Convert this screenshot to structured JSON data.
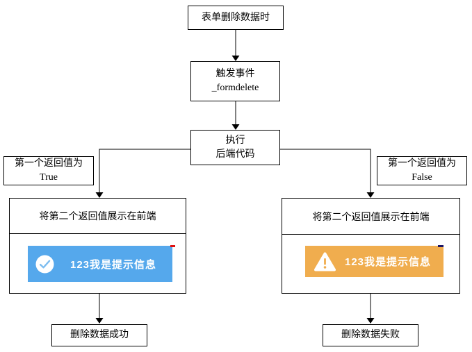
{
  "flowchart": {
    "start": {
      "label": "表单删除数据时"
    },
    "trigger_event": {
      "line1": "触发事件",
      "line2": "_formdelete"
    },
    "execute_backend": {
      "line1": "执行",
      "line2": "后端代码"
    },
    "branch_true": {
      "line1": "第一个返回值为",
      "line2": "True"
    },
    "branch_false": {
      "line1": "第一个返回值为",
      "line2": "False"
    },
    "display_left": {
      "header": "将第二个返回值展示在前端"
    },
    "display_right": {
      "header": "将第二个返回值展示在前端"
    },
    "toast_success": {
      "message": "123我是提示信息",
      "icon": "check-circle-icon",
      "bg_color": "#55A8EC"
    },
    "toast_warning": {
      "message": "123我是提示信息",
      "icon": "warning-triangle-icon",
      "bg_color": "#F0AD4E"
    },
    "end_success": {
      "label": "删除数据成功"
    },
    "end_failure": {
      "label": "删除数据失败"
    },
    "colors": {
      "connector": "#000000",
      "node_border": "#000000",
      "canvas_bg": "#ffffff"
    }
  }
}
